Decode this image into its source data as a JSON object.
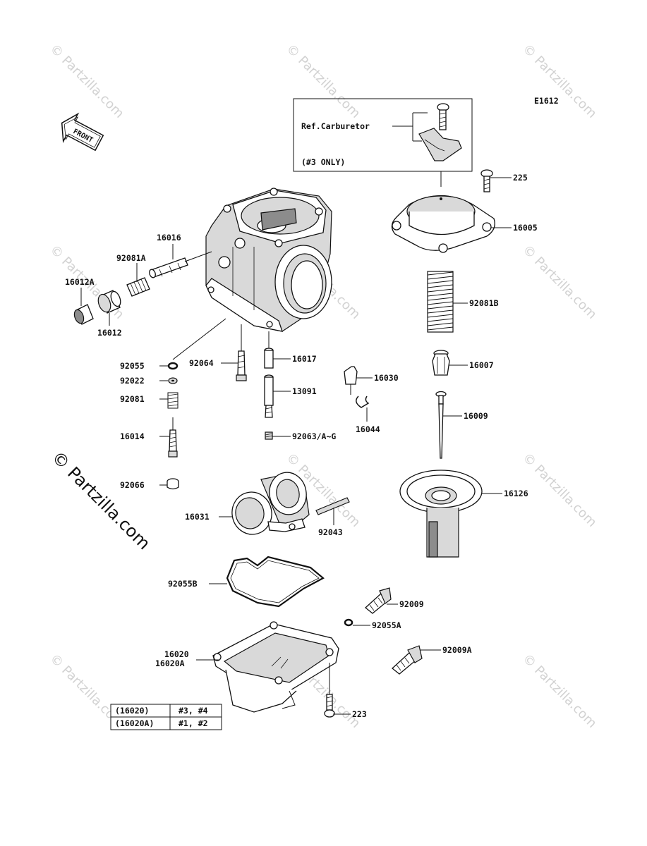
{
  "diagram_code": "E1612",
  "front_arrow_label": "FRONT",
  "reference_box": {
    "line1": "Ref.Carburetor",
    "line2": "(#3 ONLY)"
  },
  "watermark": {
    "small": "© Partzilla.com",
    "large": "© Partzilla.com"
  },
  "parts": {
    "p225": "225",
    "p16005": "16005",
    "p92081B": "92081B",
    "p16007": "16007",
    "p16009": "16009",
    "p16126": "16126",
    "p16016": "16016",
    "p92081A": "92081A",
    "p16012A": "16012A",
    "p16012": "16012",
    "p92055": "92055",
    "p92022": "92022",
    "p92081": "92081",
    "p16014": "16014",
    "p92066": "92066",
    "p92064": "92064",
    "p16017": "16017",
    "p13091": "13091",
    "p92063": "92063/A~G",
    "p16030": "16030",
    "p16044": "16044",
    "p16031": "16031",
    "p92043": "92043",
    "p92055B": "92055B",
    "p92009": "92009",
    "p92055A": "92055A",
    "p92009A": "92009A",
    "p16020_a": "16020",
    "p16020_b": "16020A",
    "p223": "223"
  },
  "application_table": [
    {
      "part": "(16020)",
      "models": "#3, #4"
    },
    {
      "part": "(16020A)",
      "models": "#1, #2"
    }
  ]
}
